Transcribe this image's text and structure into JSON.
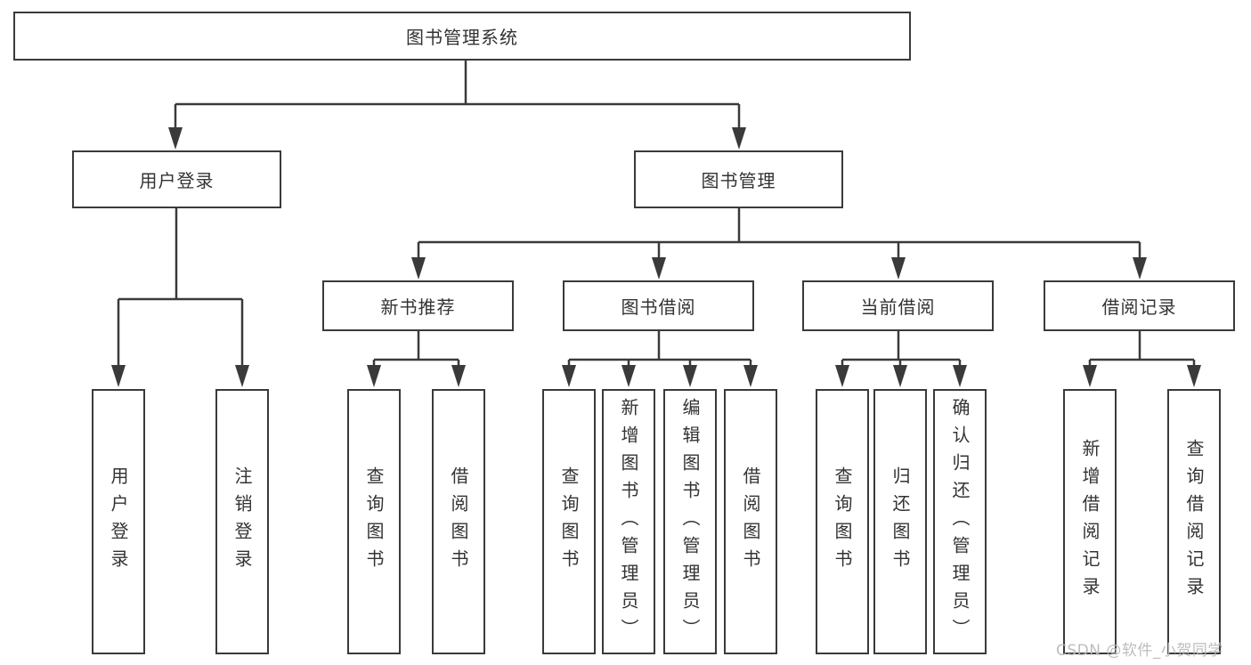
{
  "chart": {
    "root": {
      "label": "图书管理系统"
    },
    "branches": [
      {
        "label": "用户登录",
        "children": [
          {
            "label": "用户登录"
          },
          {
            "label": "注销登录"
          }
        ]
      },
      {
        "label": "图书管理",
        "children": [
          {
            "label": "新书推荐",
            "children": [
              {
                "label": "查询图书"
              },
              {
                "label": "借阅图书"
              }
            ]
          },
          {
            "label": "图书借阅",
            "children": [
              {
                "label": "查询图书"
              },
              {
                "label": "新增图书（管理员）"
              },
              {
                "label": "编辑图书（管理员）"
              },
              {
                "label": "借阅图书"
              }
            ]
          },
          {
            "label": "当前借阅",
            "children": [
              {
                "label": "查询图书"
              },
              {
                "label": "归还图书"
              },
              {
                "label": "确认归还（管理员）"
              }
            ]
          },
          {
            "label": "借阅记录",
            "children": [
              {
                "label": "新增借阅记录"
              },
              {
                "label": "查询借阅记录"
              }
            ]
          }
        ]
      }
    ]
  },
  "watermark": {
    "text": "CSDN @软件_小贺同学"
  },
  "colors": {
    "line": "#3a3a3a",
    "text": "#333333",
    "background": "#ffffff",
    "watermark": "#b9b9b9"
  }
}
